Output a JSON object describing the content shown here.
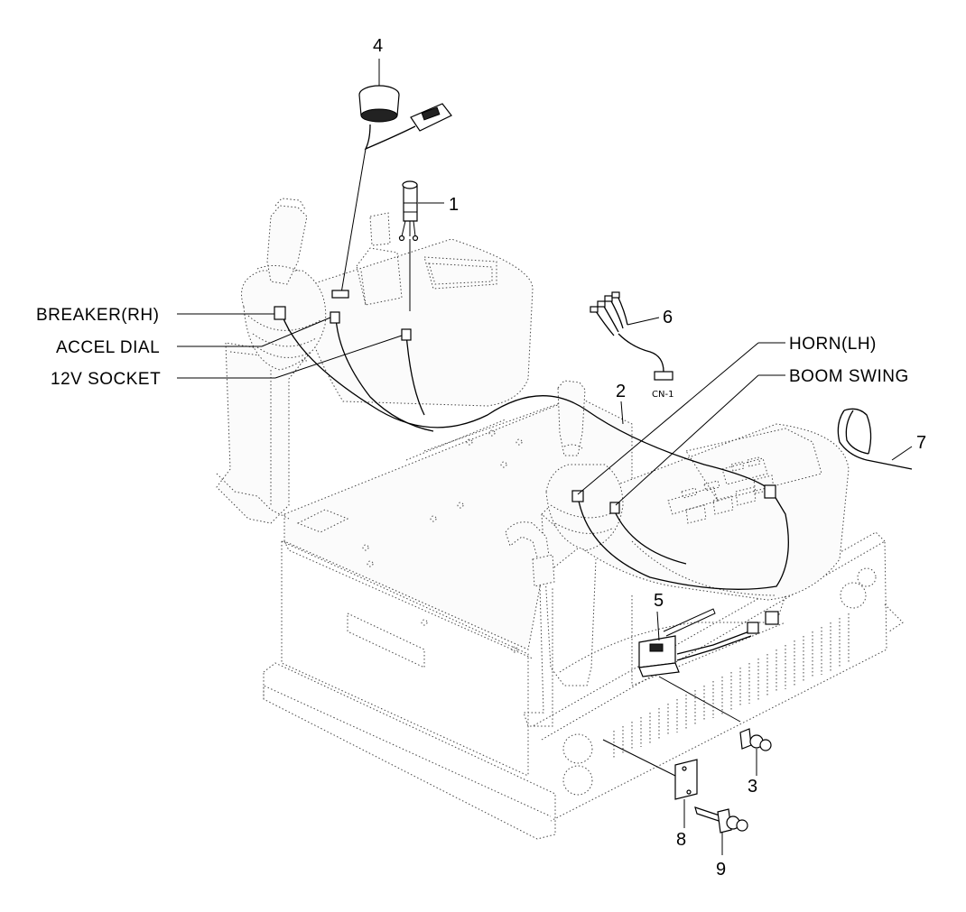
{
  "labels": {
    "breaker": "BREAKER(RH)",
    "accel": "ACCEL DIAL",
    "socket": "12V SOCKET",
    "horn": "HORN(LH)",
    "boom": "BOOM SWING",
    "connector": "CN-1"
  },
  "parts": {
    "p1": "1",
    "p2": "2",
    "p3": "3",
    "p4": "4",
    "p5": "5",
    "p6": "6",
    "p7": "7",
    "p8": "8",
    "p9": "9"
  }
}
